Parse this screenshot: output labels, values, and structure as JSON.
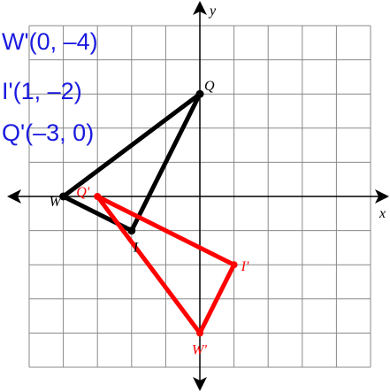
{
  "axes": {
    "x_label": "x",
    "y_label": "y",
    "x_range": [
      -5,
      5
    ],
    "y_range": [
      -5,
      5
    ],
    "grid": true,
    "line_color": "#000000",
    "grid_color": "#888888"
  },
  "original_triangle": {
    "color": "#000000",
    "vertices": [
      {
        "name": "W",
        "x": -4,
        "y": 0
      },
      {
        "name": "Q",
        "x": 0,
        "y": 3
      },
      {
        "name": "I",
        "x": -2,
        "y": -1
      }
    ]
  },
  "image_triangle": {
    "color": "#ff0000",
    "vertices": [
      {
        "name": "Q'",
        "x": -3,
        "y": 0
      },
      {
        "name": "I'",
        "x": 1,
        "y": -2
      },
      {
        "name": "W'",
        "x": 0,
        "y": -4
      }
    ]
  },
  "coordinate_labels": {
    "color": "#1a1adf",
    "w_prime": "W'(0, –4)",
    "i_prime": "I'(1, –2)",
    "q_prime": "Q'(–3, 0)"
  }
}
